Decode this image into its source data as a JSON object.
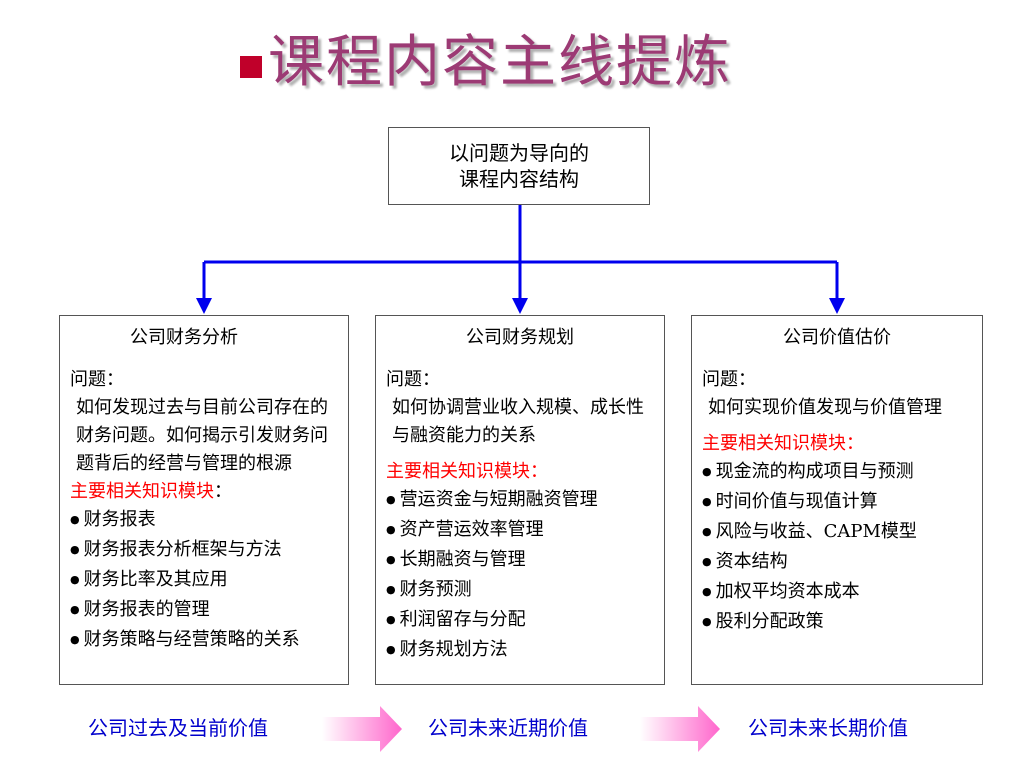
{
  "title": "课程内容主线提炼",
  "root": {
    "line1": "以问题为导向的",
    "line2": "课程内容结构"
  },
  "columns": [
    {
      "heading": "公司财务分析",
      "question_label": "问题：",
      "question": "如何发现过去与目前公司存在的财务问题。如何揭示引发财务问题背后的经营与管理的根源",
      "modules_label": "主要相关知识模块",
      "modules_colon": "：",
      "modules": [
        "财务报表",
        "财务报表分析框架与方法",
        "财务比率及其应用",
        "财务报表的管理",
        "财务策略与经营策略的关系"
      ]
    },
    {
      "heading": "公司财务规划",
      "question_label": "问题：",
      "question": "如何协调营业收入规模、成长性与融资能力的关系",
      "modules_label": "主要相关知识模块：",
      "modules_colon": "",
      "modules": [
        "营运资金与短期融资管理",
        "资产营运效率管理",
        "长期融资与管理",
        "财务预测",
        "利润留存与分配",
        "财务规划方法"
      ]
    },
    {
      "heading": "公司价值估价",
      "question_label": "问题：",
      "question": "如何实现价值发现与价值管理",
      "modules_label": "主要相关知识模块：",
      "modules_colon": "",
      "modules": [
        "现金流的构成项目与预测",
        "时间价值与现值计算",
        "风险与收益、CAPM模型",
        "资本结构",
        "加权平均资本成本",
        "股利分配政策"
      ]
    }
  ],
  "bottom": [
    "公司过去及当前价值",
    "公司未来近期价值",
    "公司未来长期价值"
  ],
  "colors": {
    "title": "#9c3a74",
    "bullet": "#c0002a",
    "connector": "#0000ee",
    "module_label": "#ff0000",
    "bottom_text": "#0000cc",
    "flow_arrow": "#ff66cc"
  }
}
